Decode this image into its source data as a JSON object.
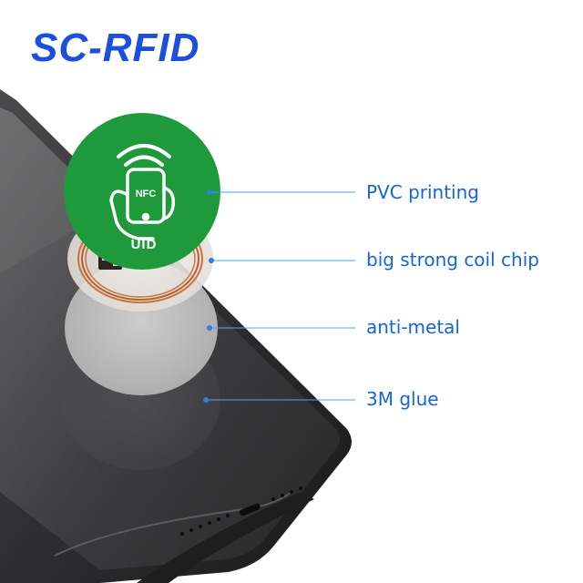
{
  "brand": {
    "title": "SC-RFID"
  },
  "tag": {
    "icon_text": "NFC",
    "caption": "UID",
    "color": "#1e9a3c"
  },
  "layers": [
    {
      "label": "PVC printing"
    },
    {
      "label": "big strong coil chip"
    },
    {
      "label": "anti-metal"
    },
    {
      "label": "3M glue"
    }
  ],
  "colors": {
    "brand": "#1a4fe0",
    "label": "#1565d8",
    "line": "#4aa3ff"
  }
}
